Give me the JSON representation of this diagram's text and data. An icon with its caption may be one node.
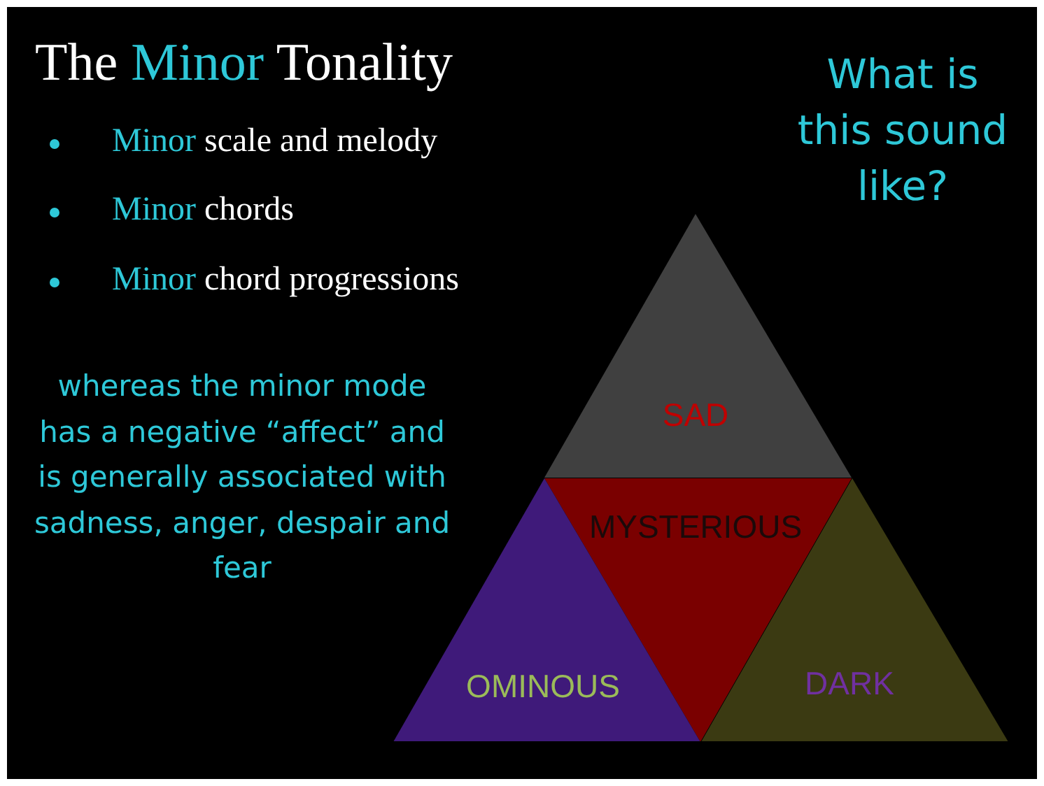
{
  "diagram": {
    "title": "The **Minor** Tonality",
    "nodes": [
      {
        "text": [
          "SAD"
        ]
      },
      {
        "text": [
          "MYSTERIOUS"
        ]
      },
      {
        "text": [
          "OMINOUS"
        ]
      },
      {
        "text": [
          "DARK"
        ]
      }
    ],
    "labels": [
      "**Minor** scale and melody",
      "**Minor** chords",
      "**Minor** chord progressions",
      "What is this sound like?",
      "whereas the minor mode has a negative “affect” and is generally associated with sadness, anger, despair and fear"
    ]
  }
}
